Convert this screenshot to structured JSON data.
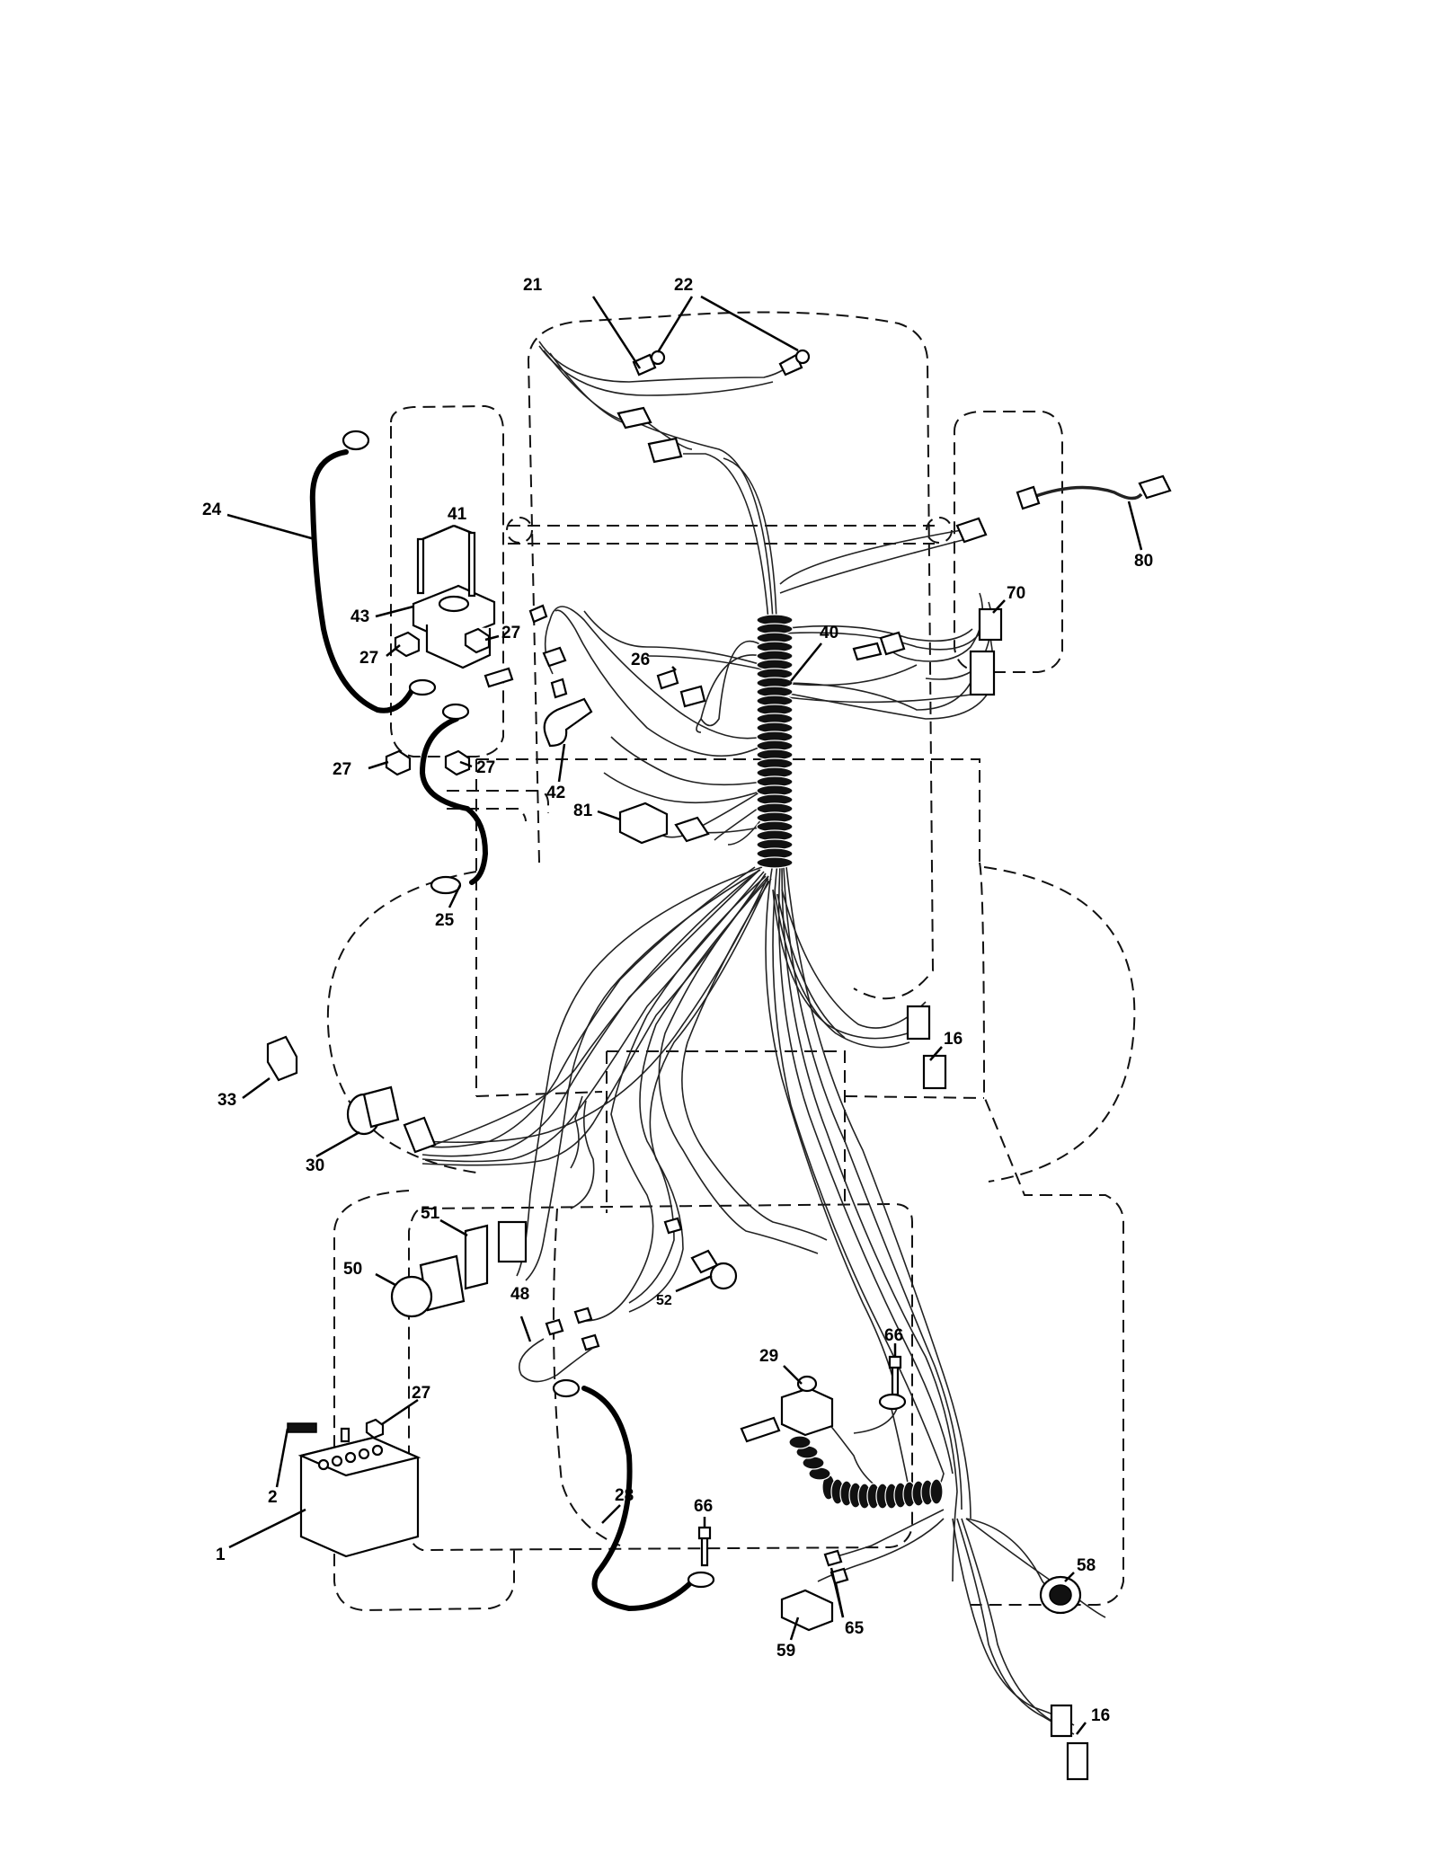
{
  "diagram": {
    "callouts": [
      {
        "label": "21"
      },
      {
        "label": "22"
      },
      {
        "label": "24"
      },
      {
        "label": "41"
      },
      {
        "label": "43"
      },
      {
        "label": "27"
      },
      {
        "label": "27"
      },
      {
        "label": "27"
      },
      {
        "label": "27"
      },
      {
        "label": "40"
      },
      {
        "label": "26"
      },
      {
        "label": "70"
      },
      {
        "label": "80"
      },
      {
        "label": "42"
      },
      {
        "label": "81"
      },
      {
        "label": "25"
      },
      {
        "label": "16"
      },
      {
        "label": "33"
      },
      {
        "label": "30"
      },
      {
        "label": "51"
      },
      {
        "label": "50"
      },
      {
        "label": "48"
      },
      {
        "label": "52"
      },
      {
        "label": "66"
      },
      {
        "label": "29"
      },
      {
        "label": "27"
      },
      {
        "label": "2"
      },
      {
        "label": "1"
      },
      {
        "label": "28"
      },
      {
        "label": "66"
      },
      {
        "label": "58"
      },
      {
        "label": "65"
      },
      {
        "label": "59"
      },
      {
        "label": "16"
      }
    ]
  }
}
